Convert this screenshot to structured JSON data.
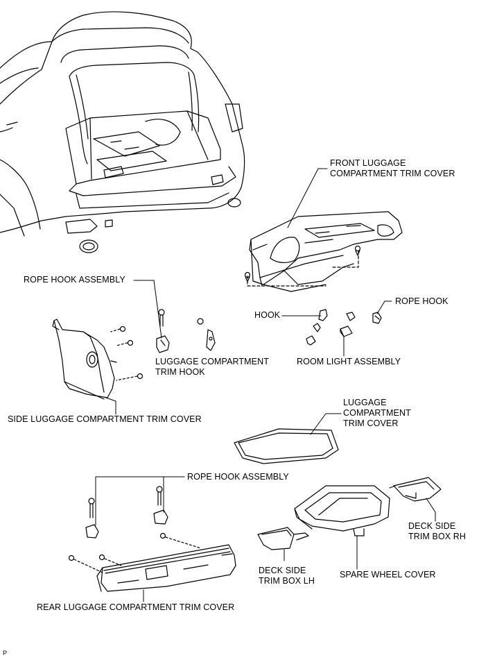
{
  "labels": {
    "front_cover": "FRONT LUGGAGE\nCOMPARTMENT TRIM COVER",
    "rope_hook_assembly_top": "ROPE HOOK ASSEMBLY",
    "rope_hook": "ROPE HOOK",
    "hook": "HOOK",
    "luggage_trim_hook": "LUGGAGE COMPARTMENT\nTRIM HOOK",
    "room_light": "ROOM LIGHT ASSEMBLY",
    "side_cover": "SIDE LUGGAGE COMPARTMENT TRIM COVER",
    "luggage_cover": "LUGGAGE\nCOMPARTMENT\nTRIM COVER",
    "rope_hook_assembly_bottom": "ROPE HOOK ASSEMBLY",
    "deck_rh": "DECK SIDE\nTRIM BOX RH",
    "deck_lh": "DECK SIDE\nTRIM BOX LH",
    "spare_wheel": "SPARE WHEEL COVER",
    "rear_cover": "REAR LUGGAGE COMPARTMENT TRIM COVER",
    "corner_mark": "P"
  }
}
